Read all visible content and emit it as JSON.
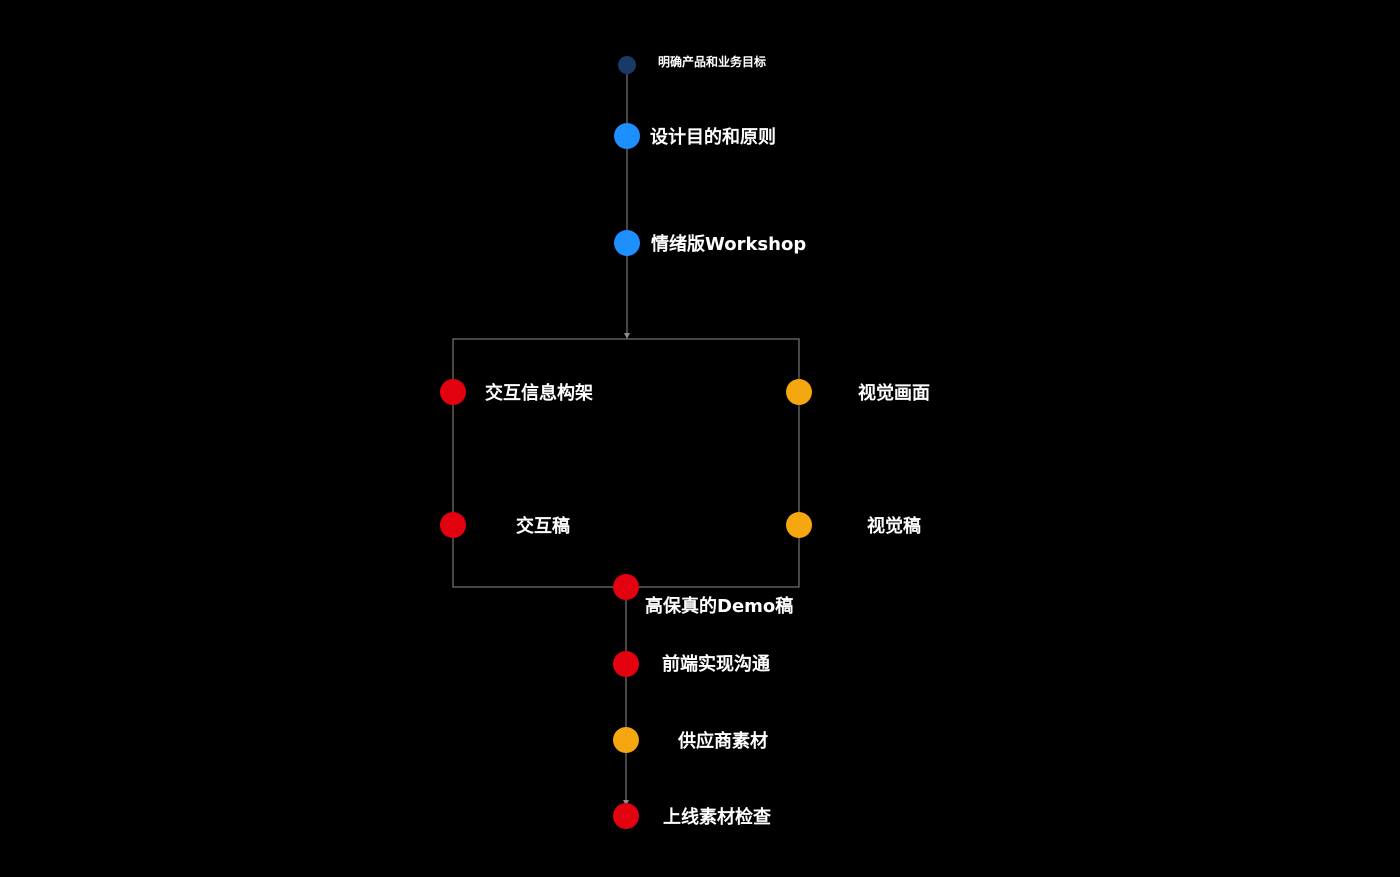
{
  "colors": {
    "background": "#000000",
    "line": "#8c8c8c",
    "dark_blue": "#1a3a66",
    "blue": "#1e8fff",
    "red": "#e3000f",
    "amber": "#f5a70f",
    "text": "#ffffff"
  },
  "nodes": {
    "goal": {
      "label": "明确产品和业务目标",
      "color": "dark_blue"
    },
    "principles": {
      "label": "设计目的和原则",
      "color": "blue"
    },
    "moodboard": {
      "label": "情绪版Workshop",
      "color": "blue"
    },
    "ia": {
      "label": "交互信息构架",
      "color": "red"
    },
    "visual_screen": {
      "label": "视觉画面",
      "color": "amber"
    },
    "interaction_draft": {
      "label": "交互稿",
      "color": "red"
    },
    "visual_draft": {
      "label": "视觉稿",
      "color": "amber"
    },
    "hifi_demo": {
      "label": "高保真的Demo稿",
      "color": "red"
    },
    "frontend": {
      "label": "前端实现沟通",
      "color": "red"
    },
    "supplier": {
      "label": "供应商素材",
      "color": "amber"
    },
    "launch_check": {
      "label": "上线素材检查",
      "color": "red"
    }
  }
}
